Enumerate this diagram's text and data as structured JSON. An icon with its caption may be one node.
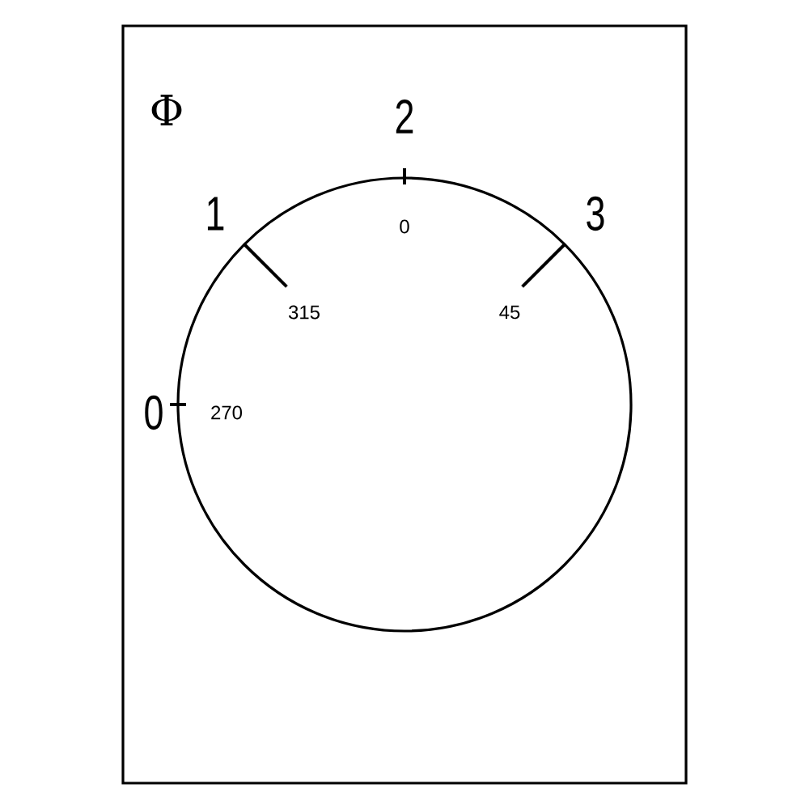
{
  "diagram": {
    "labels": [
      "Φ",
      "2",
      "1",
      "3",
      "0",
      "0",
      "315",
      "45",
      "270"
    ]
  }
}
